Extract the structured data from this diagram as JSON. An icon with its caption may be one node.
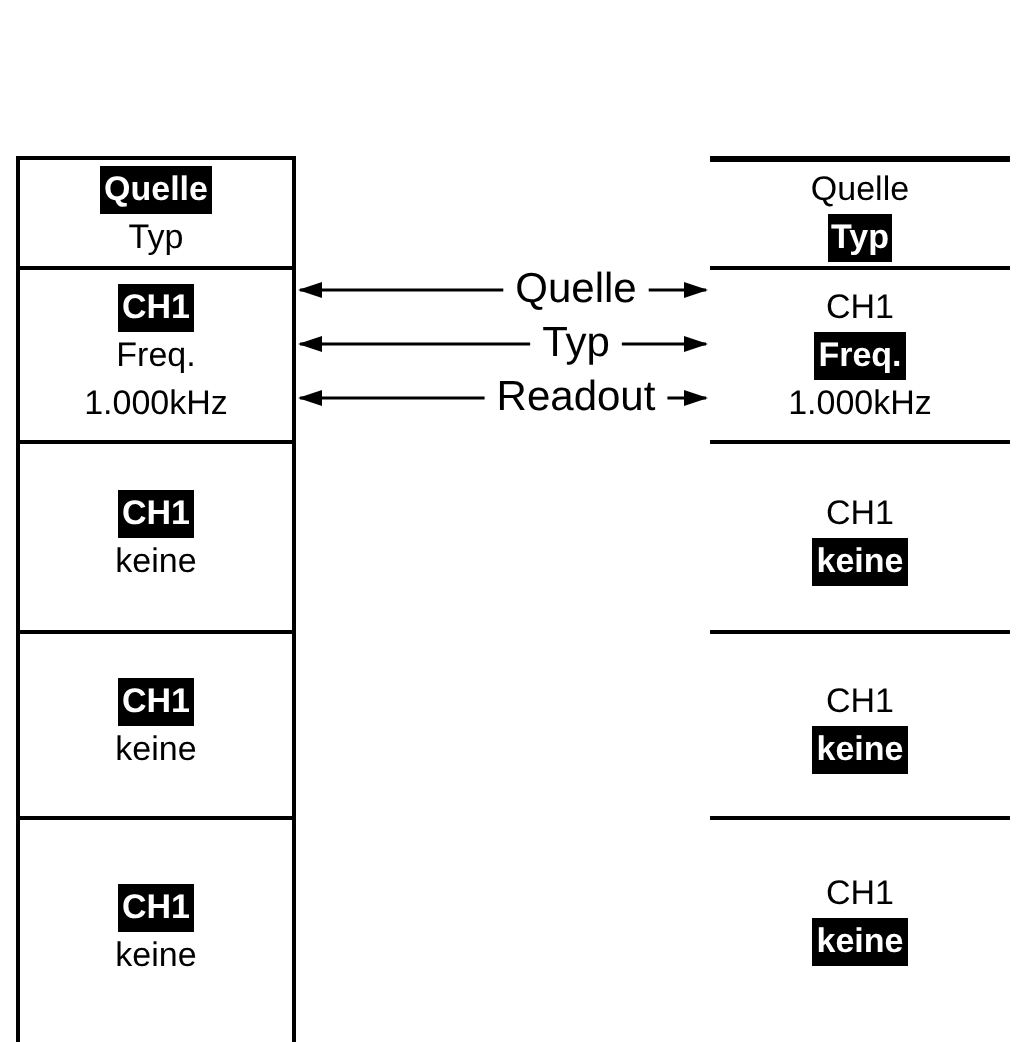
{
  "diagram": {
    "nodes": [
      {
        "text": [
          "Quelle",
          "Typ"
        ]
      },
      {
        "text": [
          "CH1",
          "Freq.",
          "1.000kHz"
        ]
      },
      {
        "text": [
          "CH1",
          "keine"
        ]
      },
      {
        "text": [
          "CH1",
          "keine"
        ]
      },
      {
        "text": [
          "CH1",
          "keine"
        ]
      },
      {
        "text": [
          "Quelle",
          "Typ"
        ]
      },
      {
        "text": [
          "CH1",
          "Freq.",
          "1.000kHz"
        ]
      },
      {
        "text": [
          "CH1",
          "keine"
        ]
      },
      {
        "text": [
          "CH1",
          "keine"
        ]
      },
      {
        "text": [
          "CH1",
          "keine"
        ]
      },
      {
        "text": [
          "Quelle"
        ]
      },
      {
        "text": [
          "Typ"
        ]
      },
      {
        "text": [
          "Readout"
        ]
      }
    ],
    "edges": [
      {
        "from": 10,
        "to": 1,
        "arrow": "to"
      },
      {
        "from": 10,
        "to": 6,
        "arrow": "to"
      },
      {
        "from": 11,
        "to": 1,
        "arrow": "to"
      },
      {
        "from": 11,
        "to": 6,
        "arrow": "to"
      },
      {
        "from": 12,
        "to": 1,
        "arrow": "to"
      },
      {
        "from": 12,
        "to": 6,
        "arrow": "to"
      }
    ]
  }
}
